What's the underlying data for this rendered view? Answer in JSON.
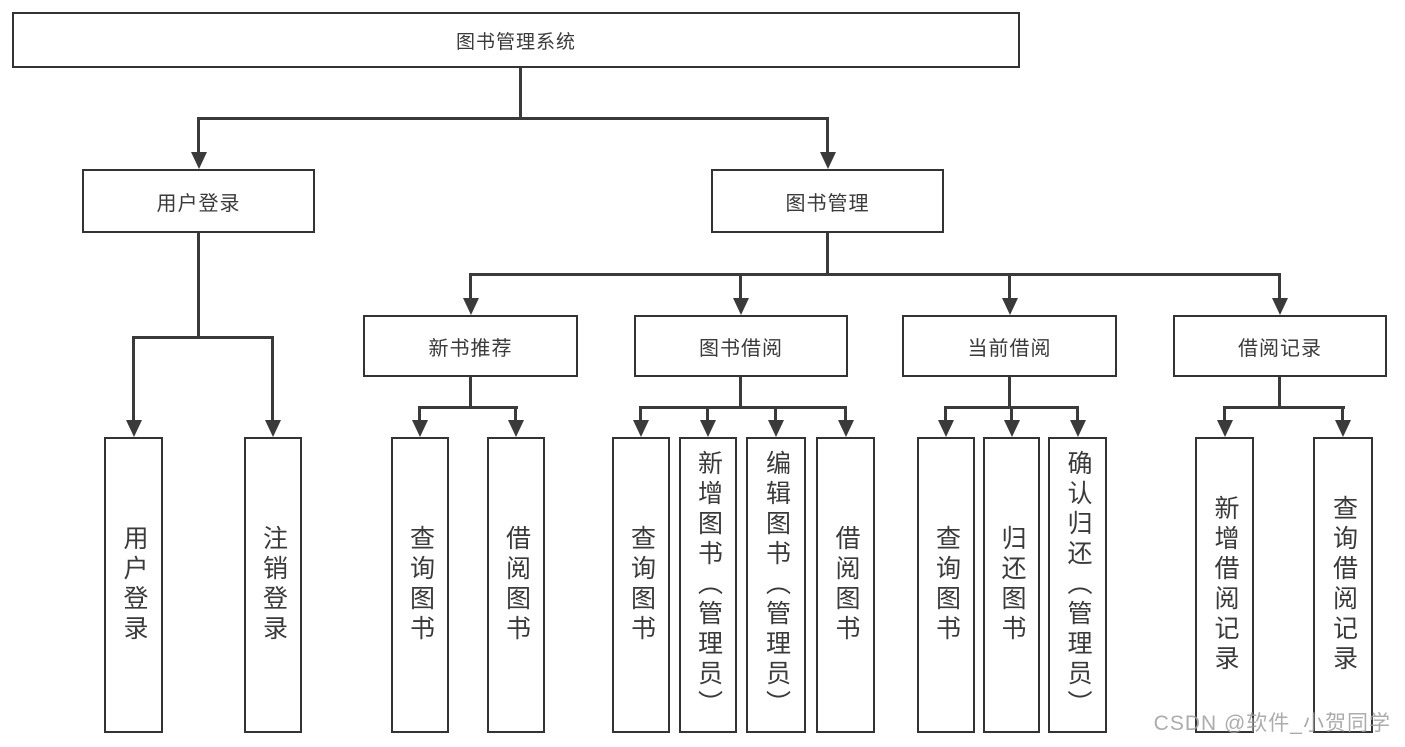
{
  "diagram": {
    "tree": {
      "label": "图书管理系统",
      "children": [
        {
          "label": "用户登录",
          "children": [
            {
              "label": "用户登录"
            },
            {
              "label": "注销登录"
            }
          ]
        },
        {
          "label": "图书管理",
          "children": [
            {
              "label": "新书推荐",
              "children": [
                {
                  "label": "查询图书"
                },
                {
                  "label": "借阅图书"
                }
              ]
            },
            {
              "label": "图书借阅",
              "children": [
                {
                  "label": "查询图书"
                },
                {
                  "label": "新增图书（管理员）"
                },
                {
                  "label": "编辑图书（管理员）"
                },
                {
                  "label": "借阅图书"
                }
              ]
            },
            {
              "label": "当前借阅",
              "children": [
                {
                  "label": "查询图书"
                },
                {
                  "label": "归还图书"
                },
                {
                  "label": "确认归还（管理员）"
                }
              ]
            },
            {
              "label": "借阅记录",
              "children": [
                {
                  "label": "新增借阅记录"
                },
                {
                  "label": "查询借阅记录"
                }
              ]
            }
          ]
        }
      ]
    },
    "watermark": "CSDN @软件_小贺同学",
    "colors": {
      "line": "#3a3a3a",
      "box_border": "#333333",
      "text": "#3a3a3a",
      "watermark": "#9e9e9e",
      "background": "#ffffff"
    }
  }
}
